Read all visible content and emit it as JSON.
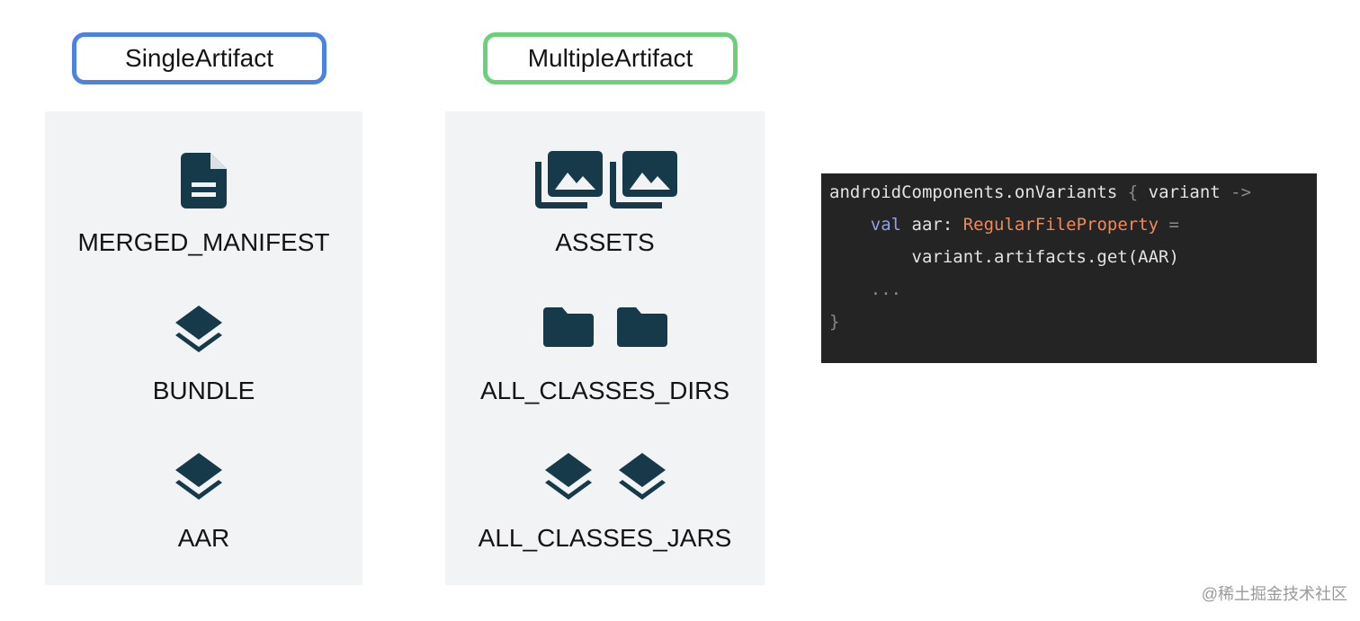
{
  "headers": {
    "single": "SingleArtifact",
    "multiple": "MultipleArtifact"
  },
  "single_items": [
    {
      "label": "MERGED_MANIFEST",
      "icon": "document-icon"
    },
    {
      "label": "BUNDLE",
      "icon": "layers-icon"
    },
    {
      "label": "AAR",
      "icon": "layers-icon"
    }
  ],
  "multiple_items": [
    {
      "label": "ASSETS",
      "icon": "photo-library-icon"
    },
    {
      "label": "ALL_CLASSES_DIRS",
      "icon": "folder-icon"
    },
    {
      "label": "ALL_CLASSES_JARS",
      "icon": "layers-icon"
    }
  ],
  "code": {
    "l1_a": "androidComponents.onVariants",
    "l1_b": " { ",
    "l1_c": "variant",
    "l1_d": " ->",
    "l2_indent": "    ",
    "l2_kw": "val",
    "l2_b": " aar: ",
    "l2_type": "RegularFileProperty",
    "l2_eq": " =",
    "l3": "        variant.artifacts.get(AAR)",
    "l4": "    ...",
    "l5": "}"
  },
  "colors": {
    "single_border": "#4b84e0",
    "multiple_border": "#6ad07a",
    "icon_fill": "#163a4a",
    "panel_bg": "#f1f3f5",
    "code_bg": "#242424"
  },
  "watermark": "@稀土掘金技术社区"
}
